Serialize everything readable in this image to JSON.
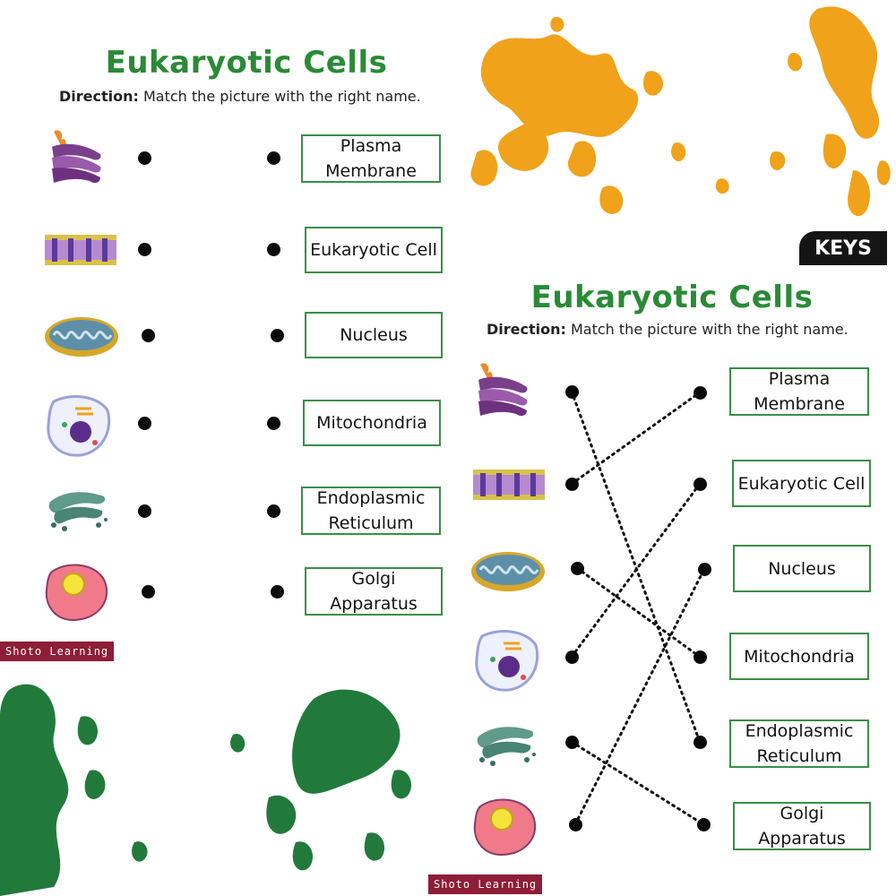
{
  "left": {
    "title": "Eukaryotic Cells",
    "direction_label": "Direction:",
    "direction_text": " Match the picture with the right name.",
    "pictures": [
      "golgi-apparatus-icon",
      "plasma-membrane-icon",
      "mitochondria-icon",
      "eukaryotic-cell-icon",
      "endoplasmic-reticulum-icon",
      "nucleus-cell-icon"
    ],
    "names": [
      {
        "line1": "Plasma",
        "line2": "Membrane"
      },
      {
        "line1": "Eukaryotic Cell",
        "line2": ""
      },
      {
        "line1": "Nucleus",
        "line2": ""
      },
      {
        "line1": "Mitochondria",
        "line2": ""
      },
      {
        "line1": "Endoplasmic",
        "line2": "Reticulum"
      },
      {
        "line1": "Golgi",
        "line2": "Apparatus"
      }
    ],
    "brand": "Shoto Learning"
  },
  "right": {
    "keys_label": "KEYS",
    "title": "Eukaryotic Cells",
    "direction_label": "Direction:",
    "direction_text": " Match the picture with the right name.",
    "names": [
      {
        "line1": "Plasma",
        "line2": "Membrane"
      },
      {
        "line1": "Eukaryotic Cell",
        "line2": ""
      },
      {
        "line1": "Nucleus",
        "line2": ""
      },
      {
        "line1": "Mitochondria",
        "line2": ""
      },
      {
        "line1": "Endoplasmic",
        "line2": "Reticulum"
      },
      {
        "line1": "Golgi",
        "line2": "Apparatus"
      }
    ],
    "answer_key": [
      4,
      0,
      3,
      1,
      5,
      2
    ],
    "brand": "Shoto Learning"
  },
  "colors": {
    "title_green": "#2a8a36",
    "box_border": "#3a8f45",
    "splatter_orange": "#f0a21a",
    "splatter_green": "#217a3c",
    "brand_bg": "#8e1d36"
  }
}
